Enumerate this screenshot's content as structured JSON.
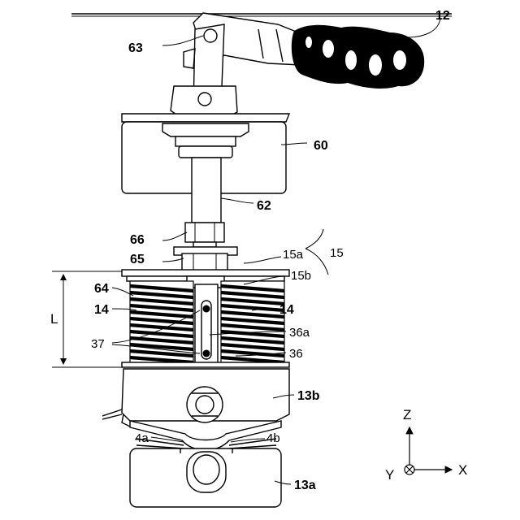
{
  "labels": {
    "l12": "12",
    "l63": "63",
    "l60": "60",
    "l62": "62",
    "l66": "66",
    "l65": "65",
    "l15a": "15a",
    "l15": "15",
    "l15b": "15b",
    "l64": "64",
    "l14_left": "14",
    "l14_right": "14",
    "lL": "L",
    "l37": "37",
    "l36a": "36a",
    "l36": "36",
    "l13b": "13b",
    "l4a": "4a",
    "l4b": "4b",
    "l13a": "13a"
  },
  "axes": {
    "z": "Z",
    "y": "Y",
    "x": "X"
  }
}
